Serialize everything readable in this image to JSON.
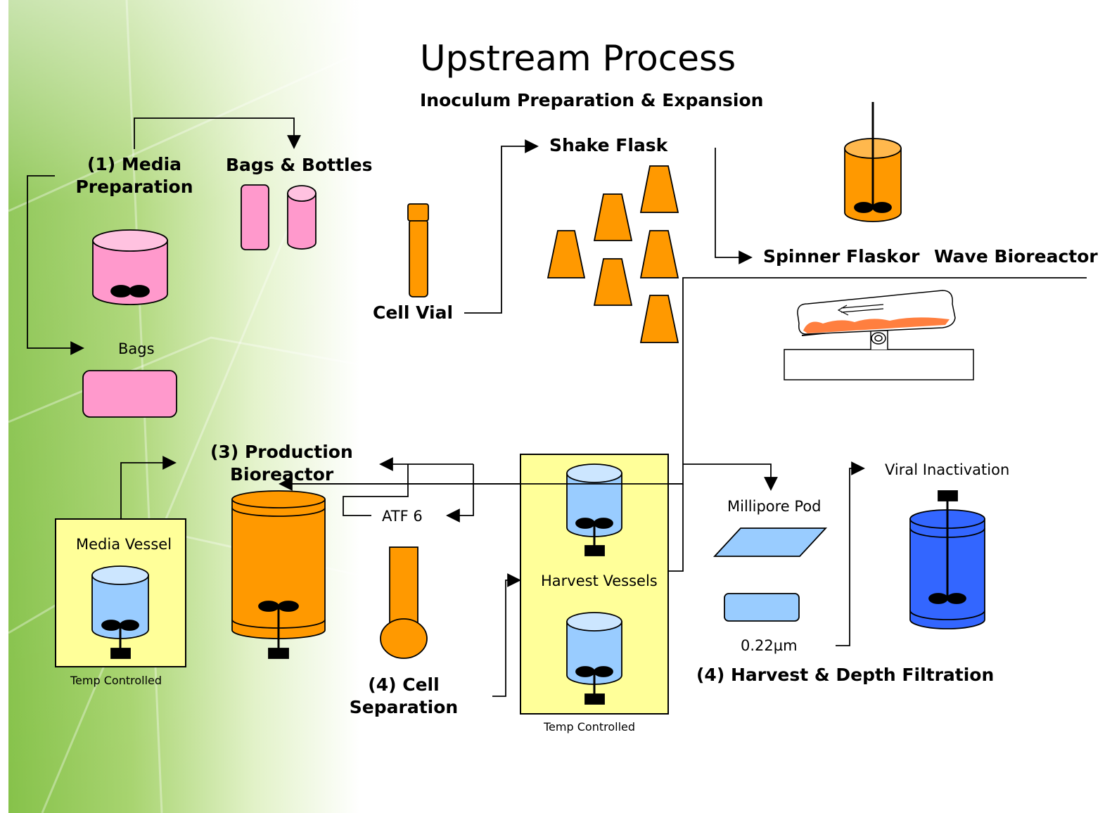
{
  "title": "Upstream Process",
  "subtitle": "Inoculum Preparation & Expansion",
  "labels": {
    "media_prep_line1": "(1) Media",
    "media_prep_line2": "Preparation",
    "bags_bottles": "Bags & Bottles",
    "bags": "Bags",
    "cell_vial": "Cell Vial",
    "shake_flask": "Shake Flask",
    "spinner_flask": "Spinner Flask",
    "or": "or",
    "wave_bioreactor": "Wave Bioreactor",
    "production_line1": "(3) Production",
    "production_line2": "Bioreactor",
    "atf": "ATF 6",
    "media_vessel": "Media Vessel",
    "temp_controlled_1": "Temp Controlled",
    "cell_sep_line1": "(4) Cell",
    "cell_sep_line2": "Separation",
    "harvest_vessels": "Harvest Vessels",
    "temp_controlled_2": "Temp Controlled",
    "millipore_pod": "Millipore Pod",
    "filter_size": "0.22µm",
    "harvest_depth": "(4) Harvest & Depth Filtration",
    "viral_inactivation": "Viral Inactivation"
  },
  "colors": {
    "pink": "#ff99cc",
    "pink_light": "#ffc2e0",
    "orange": "#ff9900",
    "light_blue": "#99ccff",
    "light_blue_top": "#cce6ff",
    "blue": "#3366ff",
    "yellow": "#ffff99",
    "green": "#8cc63f"
  }
}
